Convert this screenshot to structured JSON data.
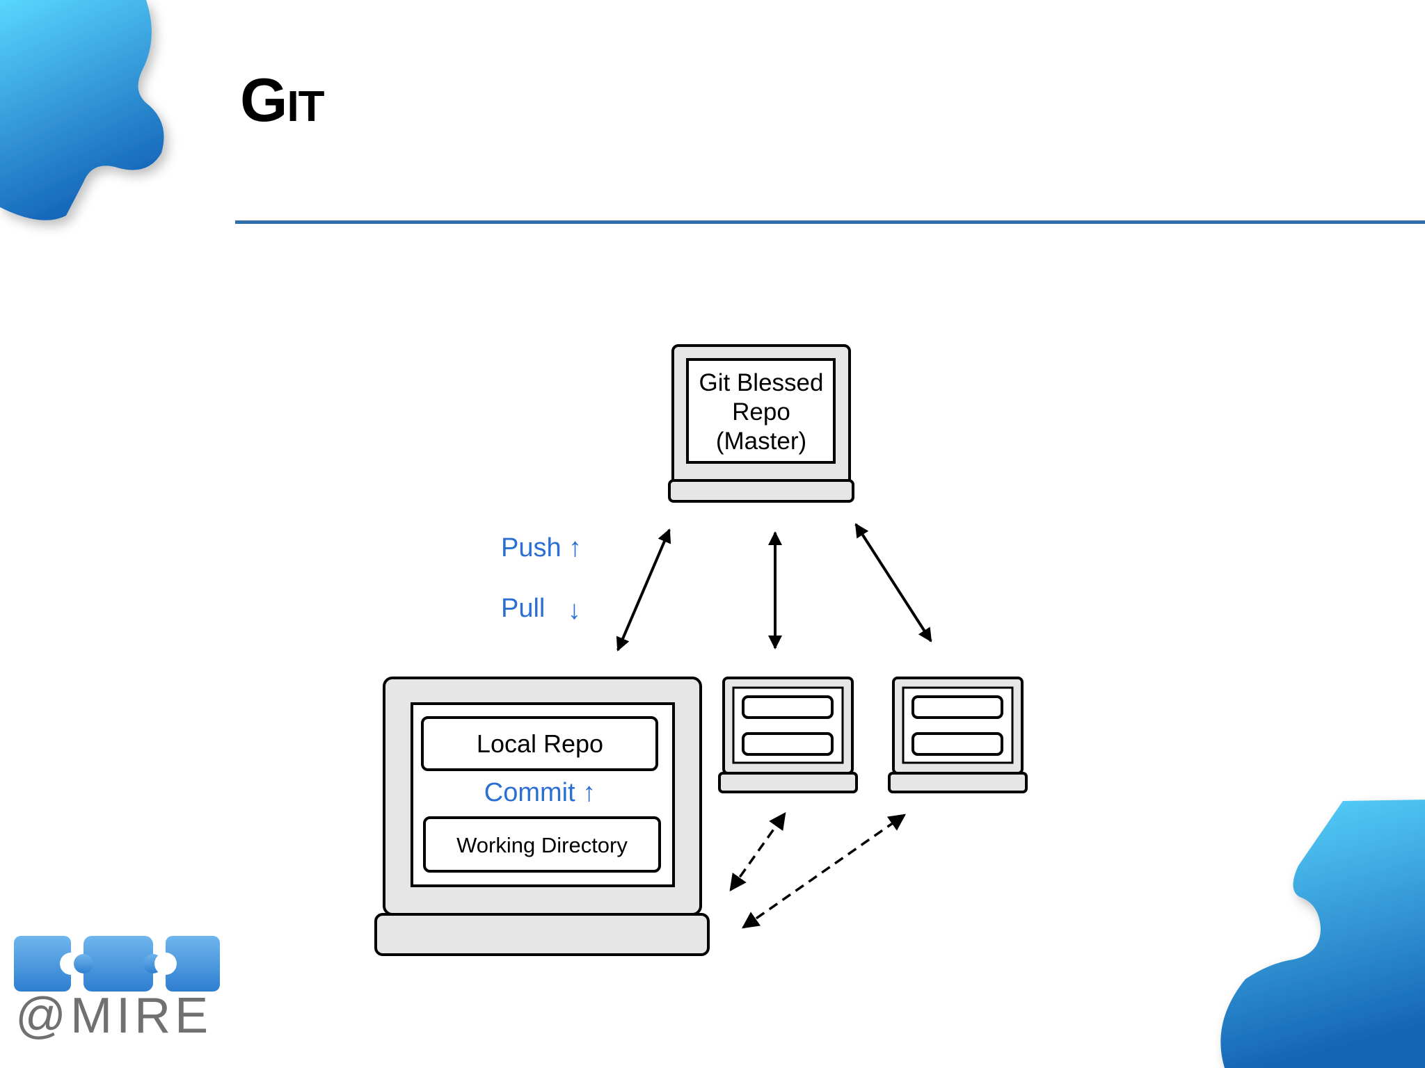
{
  "slide": {
    "title": "Git"
  },
  "diagram": {
    "server_label_lines": [
      "Git Blessed",
      "Repo",
      "(Master)"
    ],
    "push_label": "Push ↑",
    "pull_label": "Pull",
    "pull_arrow": "↓",
    "local_repo_label": "Local Repo",
    "commit_label": "Commit ↑",
    "working_dir_label": "Working Directory"
  },
  "logo": {
    "text": "@MIRE"
  },
  "colors": {
    "accent": "#2f6fad",
    "label_blue": "#2a6fd1",
    "puzzle_light": "#5bd0fb",
    "puzzle_dark": "#1a6fc0",
    "device_fill": "#e6e6e6"
  }
}
